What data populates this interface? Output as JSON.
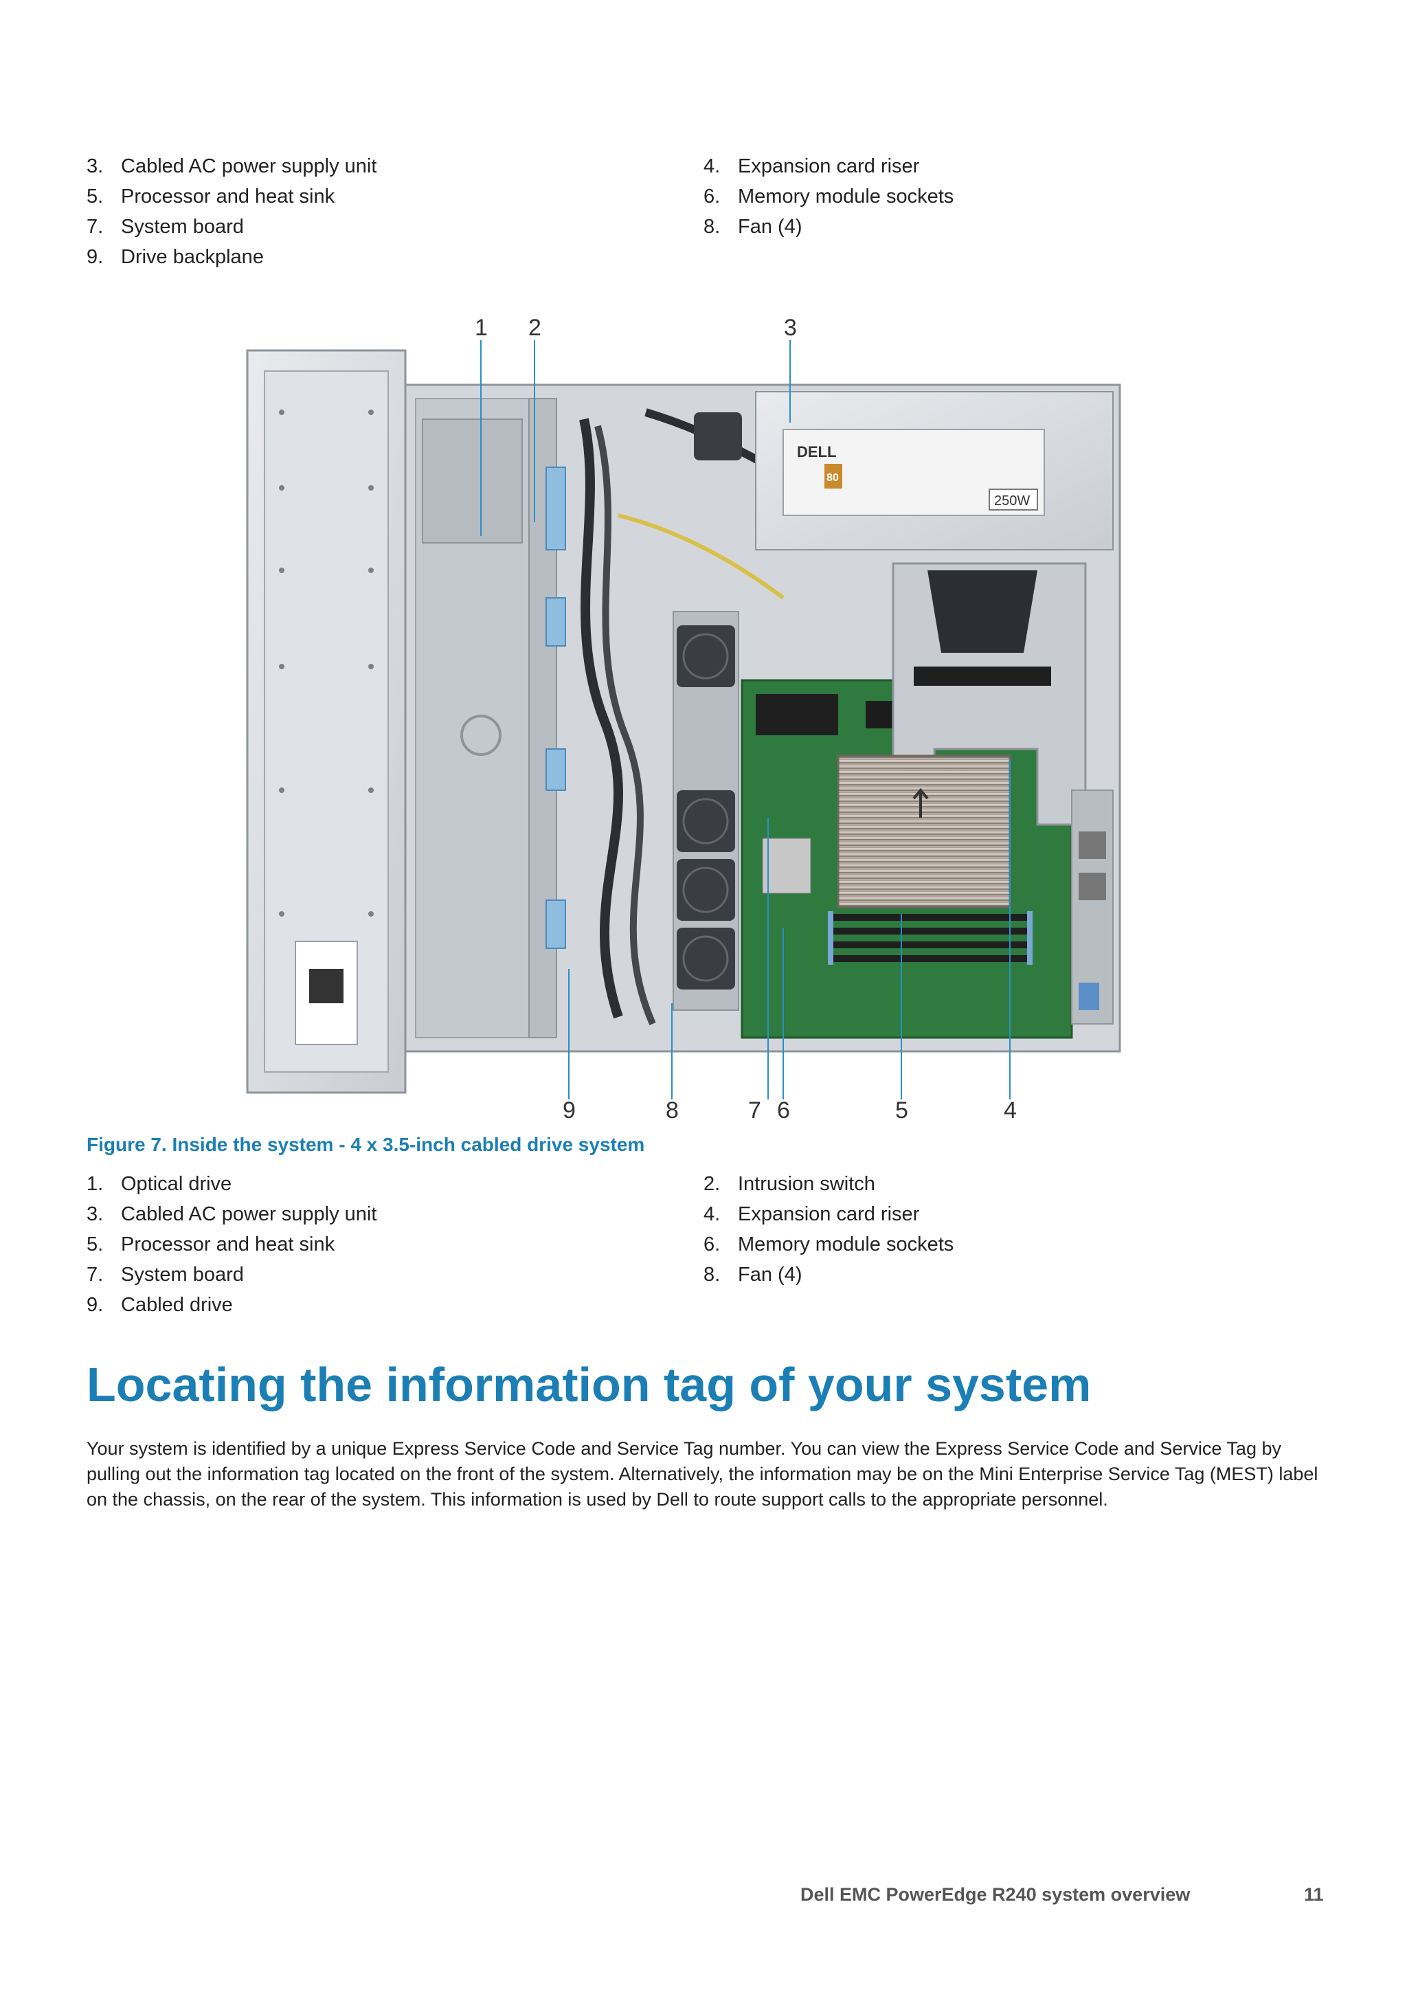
{
  "top_list": [
    {
      "num": "3.",
      "text": "Cabled AC power supply unit"
    },
    {
      "num": "4.",
      "text": "Expansion card riser"
    },
    {
      "num": "5.",
      "text": "Processor and heat sink"
    },
    {
      "num": "6.",
      "text": "Memory module sockets"
    },
    {
      "num": "7.",
      "text": "System board"
    },
    {
      "num": "8.",
      "text": "Fan (4)"
    },
    {
      "num": "9.",
      "text": "Drive backplane"
    }
  ],
  "figure": {
    "callouts": [
      "1",
      "2",
      "3",
      "4",
      "5",
      "6",
      "7",
      "8",
      "9"
    ],
    "psu_label": "250W",
    "brand_label": "DELL",
    "psu_rating_badge": "80",
    "caption": "Figure 7. Inside the system - 4 x 3.5-inch cabled drive system"
  },
  "bottom_list": [
    {
      "num": "1.",
      "text": "Optical drive"
    },
    {
      "num": "2.",
      "text": "Intrusion switch"
    },
    {
      "num": "3.",
      "text": "Cabled AC power supply unit"
    },
    {
      "num": "4.",
      "text": "Expansion card riser"
    },
    {
      "num": "5.",
      "text": "Processor and heat sink"
    },
    {
      "num": "6.",
      "text": "Memory module sockets"
    },
    {
      "num": "7.",
      "text": "System board"
    },
    {
      "num": "8.",
      "text": "Fan (4)"
    },
    {
      "num": "9.",
      "text": "Cabled drive"
    }
  ],
  "section": {
    "heading": "Locating the information tag of your system",
    "body": "Your system is identified by a unique Express Service Code and Service Tag number. You can view the Express Service Code and Service Tag by pulling out the information tag located on the front of the system. Alternatively, the information may be on the Mini Enterprise Service Tag (MEST) label on the chassis, on the rear of the system. This information is used by Dell to route support calls to the appropriate personnel."
  },
  "footer": {
    "title": "Dell EMC PowerEdge R240 system overview",
    "page": "11"
  },
  "colors": {
    "accent": "#1b7fb5",
    "text": "#222222",
    "footer": "#555555"
  }
}
